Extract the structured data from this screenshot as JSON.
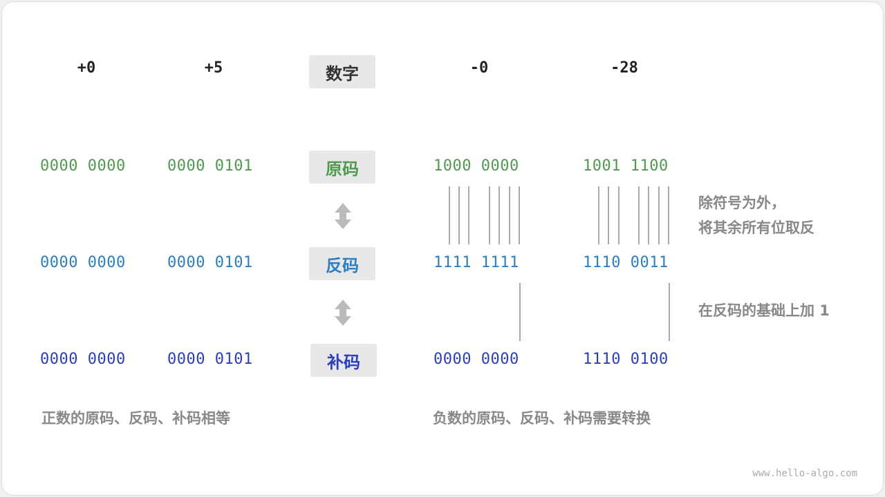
{
  "numbers": {
    "pos0": "+0",
    "pos5": "+5",
    "neg0": "-0",
    "neg28": "-28"
  },
  "labels": {
    "number": "数字",
    "sign_magnitude": "原码",
    "ones_complement": "反码",
    "twos_complement": "补码"
  },
  "rows": {
    "sign_magnitude": {
      "pos0": "0000 0000",
      "pos5": "0000 0101",
      "neg0": "1000 0000",
      "neg28": "1001 1100"
    },
    "ones_complement": {
      "pos0": "0000 0000",
      "pos5": "0000 0101",
      "neg0": "1111 1111",
      "neg28": "1110 0011"
    },
    "twos_complement": {
      "pos0": "0000 0000",
      "pos5": "0000 0101",
      "neg0": "0000 0000",
      "neg28": "1110 0100"
    }
  },
  "notes": {
    "invert_line1": "除符号为外，",
    "invert_line2": "将其余所有位取反",
    "add_one": "在反码的基础上加 1",
    "positive_caption": "正数的原码、反码、补码相等",
    "negative_caption": "负数的原码、反码、补码需要转换"
  },
  "footer": "www.hello-algo.com",
  "colors": {
    "sign_magnitude": "#4e9a4e",
    "ones_complement": "#2a7fc4",
    "twos_complement": "#2a3fbf",
    "arrow": "#bbbbbb",
    "line": "#555555"
  }
}
